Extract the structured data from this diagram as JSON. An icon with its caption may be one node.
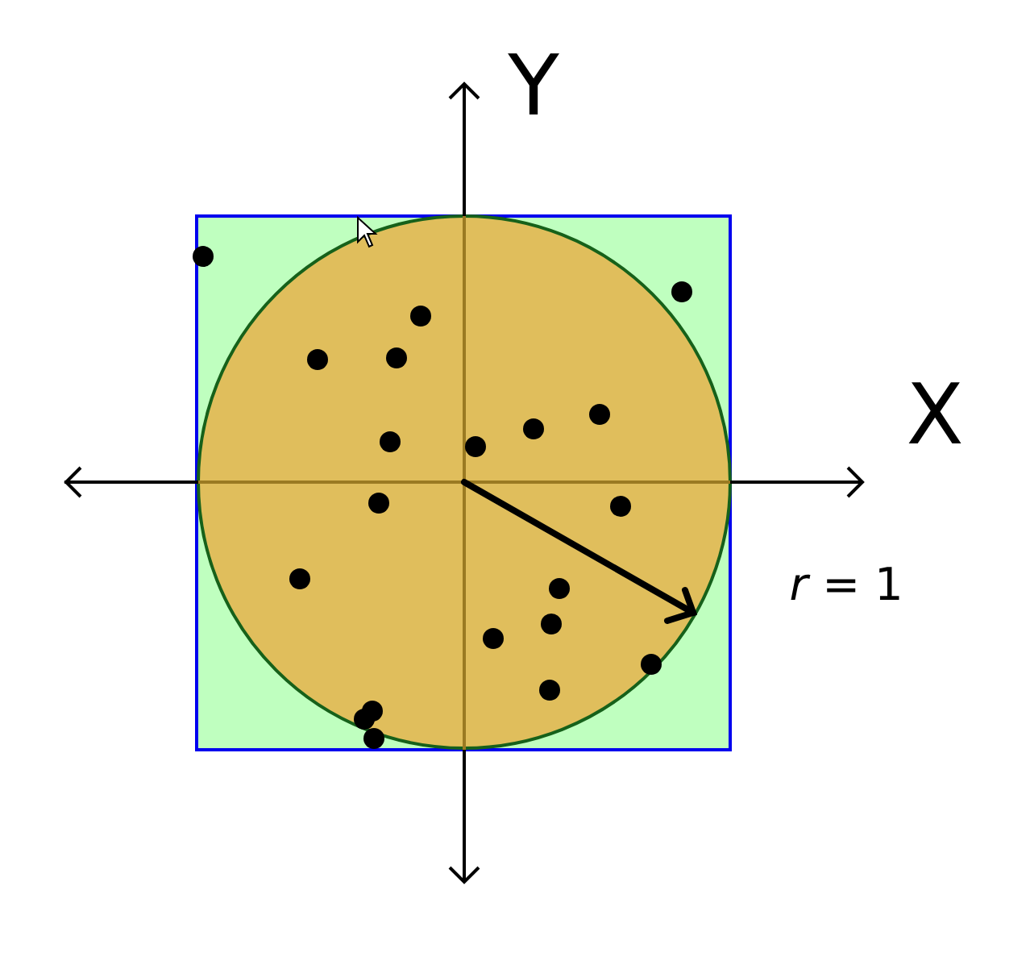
{
  "diagram": {
    "labels": [
      "Y",
      "X",
      "*r* = 1"
    ]
  }
}
